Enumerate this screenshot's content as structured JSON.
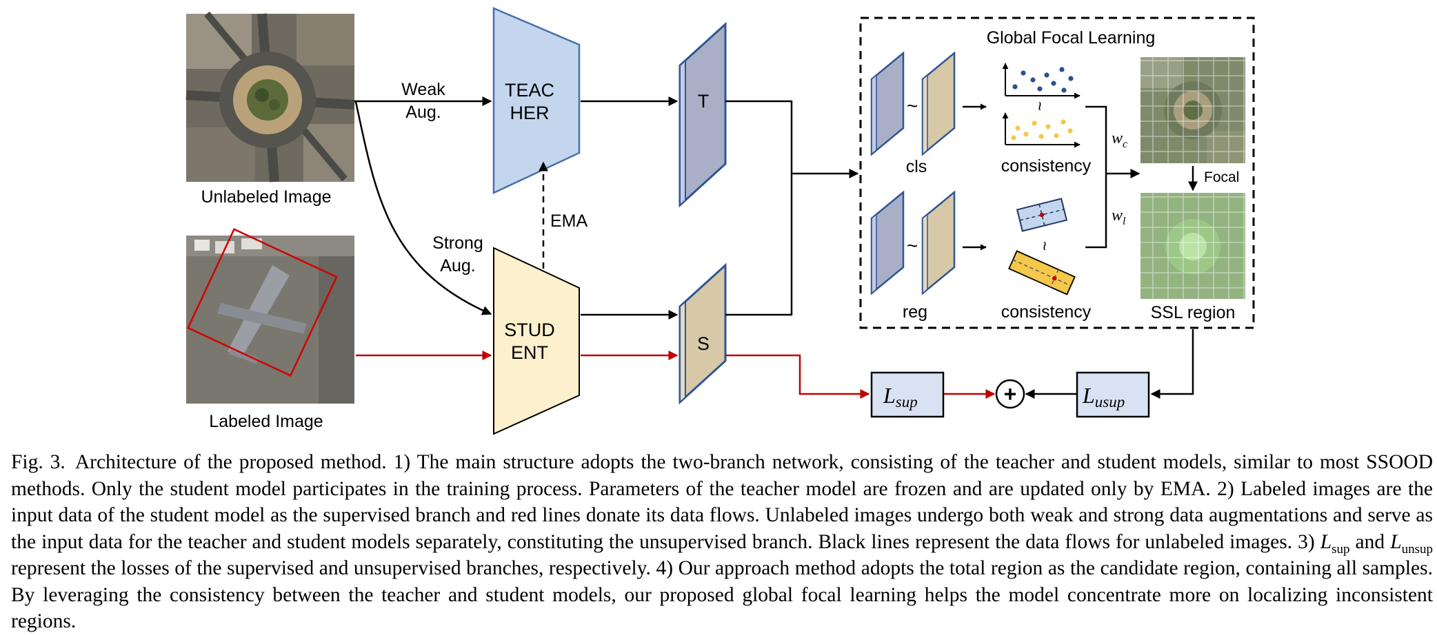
{
  "inputs": {
    "unlabeled_label": "Unlabeled Image",
    "labeled_label": "Labeled Image"
  },
  "edges": {
    "weak_line1": "Weak",
    "weak_line2": "Aug.",
    "strong_line1": "Strong",
    "strong_line2": "Aug.",
    "ema": "EMA"
  },
  "models": {
    "teacher_line1": "TEAC",
    "teacher_line2": "HER",
    "student_line1": "STUD",
    "student_line2": "ENT"
  },
  "features": {
    "teacher": "T",
    "student": "S"
  },
  "gfl": {
    "title": "Global Focal Learning",
    "cls": "cls",
    "reg": "reg",
    "tilde": "~",
    "consistency_top": "consistency",
    "consistency_bottom": "consistency",
    "wc_base": "w",
    "wc_sub": "c",
    "wl_base": "w",
    "wl_sub": "l",
    "focal": "Focal",
    "ssl_region": "SSL region"
  },
  "losses": {
    "sup_base": "L",
    "sup_sub": "sup",
    "usup_base": "L",
    "usup_sub": "usup",
    "plus": "+"
  },
  "colors": {
    "teacher_fill": "#c3d6ee",
    "teacher_stroke": "#4a6fa8",
    "student_fill": "#fdf0cc",
    "feature_T": "#a9afc6",
    "feature_S": "#d7c9a8",
    "red_flow": "#c00000",
    "black_flow": "#000000",
    "loss_fill": "#d9e2f3",
    "dot_blue": "#2e4f8f",
    "dot_yellow": "#f3c84b"
  },
  "caption": {
    "fig": "Fig. 3.",
    "p1": "Architecture of the proposed method. 1) The main structure adopts the two-branch network, consisting of the teacher and student models, similar to most SSOOD methods. Only the student model participates in the training process. Parameters of the teacher model are frozen and are updated only by EMA. 2) Labeled images are the input data of the student model as the supervised branch and red lines donate its data flows. Unlabeled images undergo both weak and strong data augmentations and serve as the input data for the teacher and student models separately, constituting the unsupervised branch. Black lines represent the data flows for unlabeled images. 3) ",
    "l_base": "L",
    "sub_sup": "sup",
    "and": " and ",
    "sub_unsup": "unsup",
    "p2": " represent the losses of the supervised and unsupervised branches, respectively. 4) Our approach method adopts the total region as the candidate region, containing all samples. By leveraging the consistency between the teacher and student models, our proposed global focal learning helps the model concentrate more on localizing inconsistent regions."
  }
}
